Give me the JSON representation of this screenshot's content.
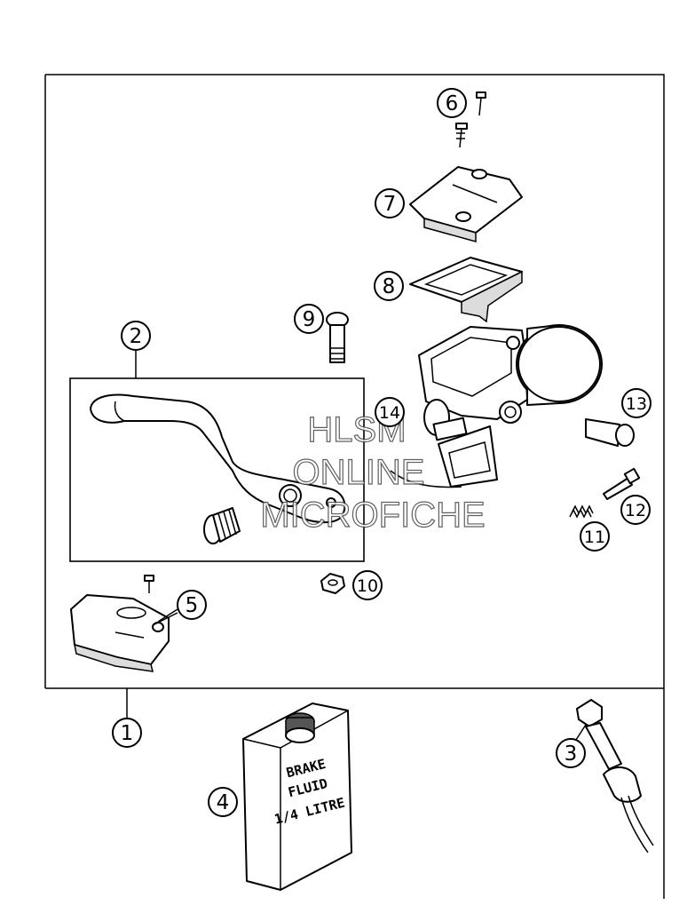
{
  "callouts": [
    {
      "id": "1",
      "label": "1"
    },
    {
      "id": "2",
      "label": "2"
    },
    {
      "id": "3",
      "label": "3"
    },
    {
      "id": "4",
      "label": "4"
    },
    {
      "id": "5",
      "label": "5"
    },
    {
      "id": "6",
      "label": "6"
    },
    {
      "id": "7",
      "label": "7"
    },
    {
      "id": "8",
      "label": "8"
    },
    {
      "id": "9",
      "label": "9"
    },
    {
      "id": "10",
      "label": "10"
    },
    {
      "id": "11",
      "label": "11"
    },
    {
      "id": "12",
      "label": "12"
    },
    {
      "id": "13",
      "label": "13"
    },
    {
      "id": "14",
      "label": "14"
    }
  ],
  "watermark": {
    "line1": "HLSM",
    "line2": "ONLINE",
    "line3": "MICROFICHE"
  },
  "brake_fluid_can": {
    "line1": "BRAKE",
    "line2": "FLUID",
    "line3": "1/4 LITRE"
  }
}
